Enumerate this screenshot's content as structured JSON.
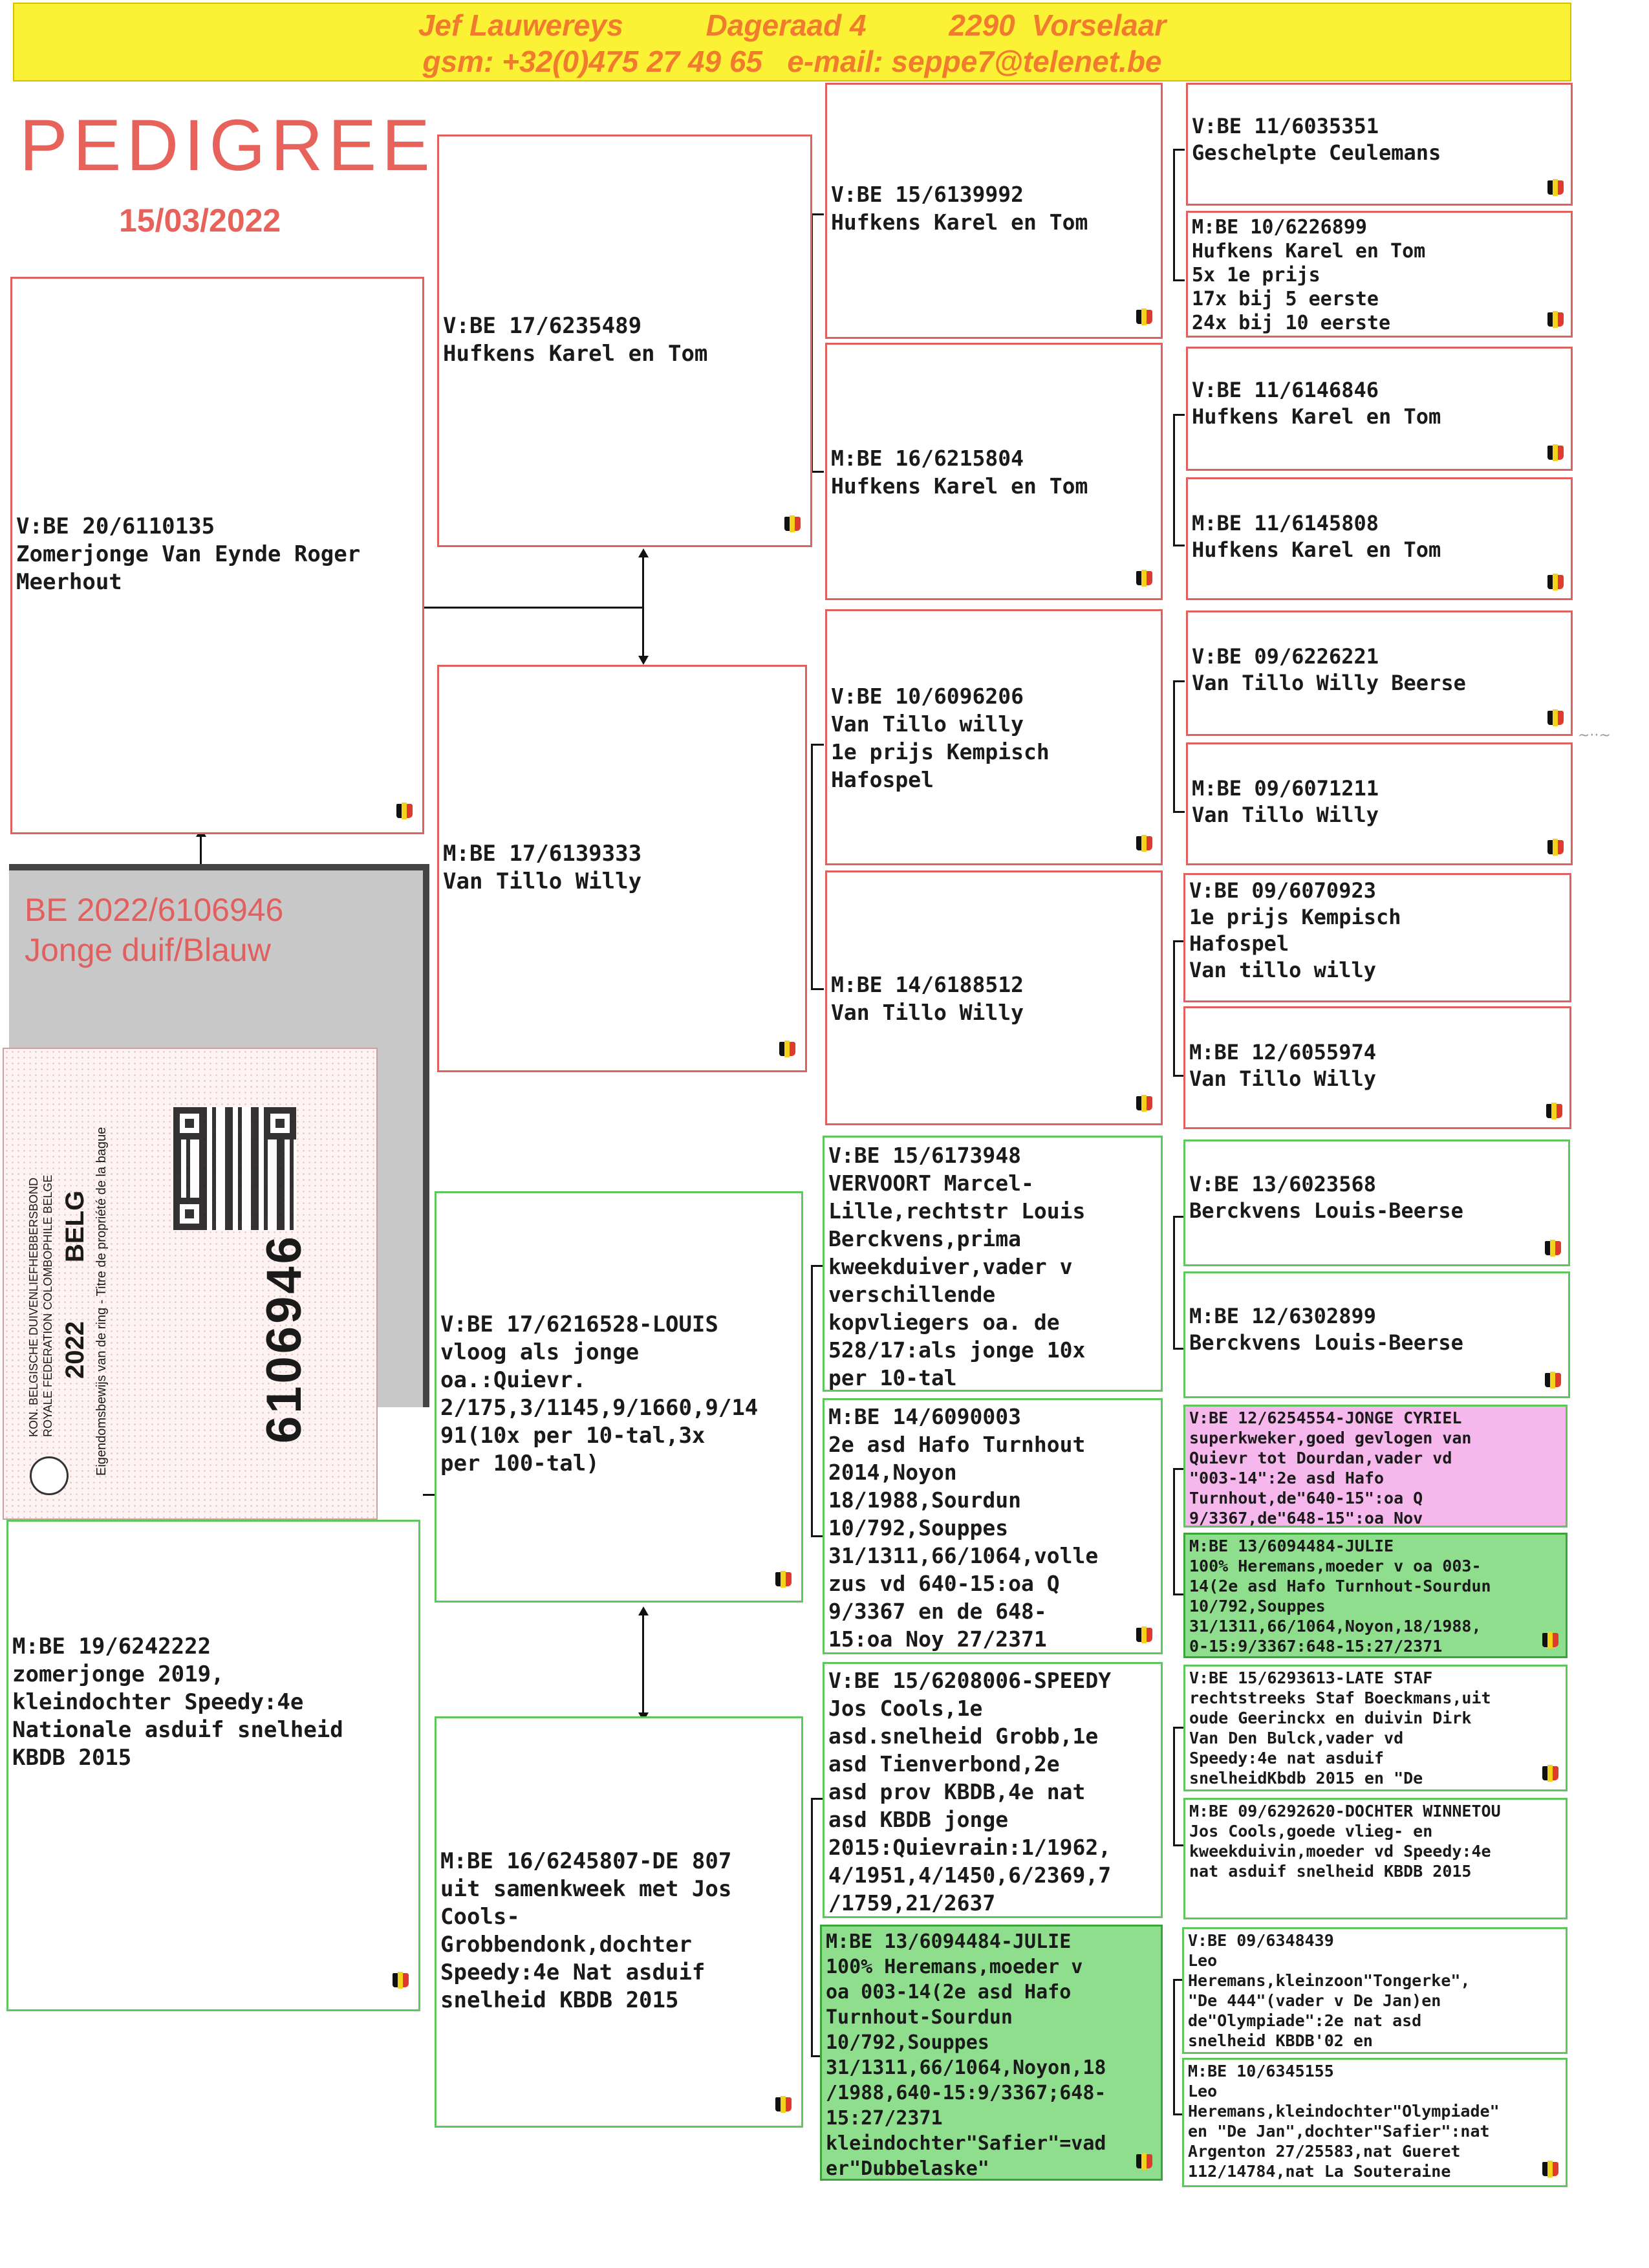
{
  "header": {
    "line1": "Jef Lauwereys          Dageraad 4          2290  Vorselaar",
    "line2": "gsm: +32(0)475 27 49 65   e-mail: seppe7@telenet.be"
  },
  "title": "PEDIGREE",
  "date": "15/03/2022",
  "subject": {
    "ring": "BE 2022/6106946",
    "desc": "Jonge duif/Blauw"
  },
  "card": {
    "line_nl": "KON. BELGISCHE DUIVENLIEFHEBBERSBOND",
    "line_fr": "ROYALE FEDERATION COLOMBOPHILE BELGE",
    "line_own": "Eigendomsbewijs van de ring - Titre de propriété de la bague",
    "year": "2022",
    "country": "BELG",
    "number": "6106946"
  },
  "colors": {
    "header_bg": "#fbf236",
    "header_text": "#f07b2e",
    "red_border": "#e06060",
    "green_border": "#5cc85c",
    "green_fill": "#8ede8e",
    "pink_fill": "#f6b8ec",
    "subject_bg": "#c8c8c8"
  },
  "icons": [
    "belgium-flag-icon",
    "qr-code-icon",
    "kbdb-logo-icon",
    "arrow-up-icon",
    "arrow-down-icon"
  ],
  "pedigree": {
    "father": "V:BE 20/6110135\nZomerjonge Van Eynde Roger\nMeerhout",
    "mother": "M:BE 19/6242222\nzomerjonge 2019,\nkleindochter Speedy:4e\nNationale asduif snelheid\nKBDB 2015",
    "ff": "V:BE 17/6235489\nHufkens Karel en Tom",
    "fm": "M:BE 17/6139333\nVan Tillo Willy",
    "mf": "V:BE 17/6216528-LOUIS\nvloog als jonge\noa.:Quievr.\n2/175,3/1145,9/1660,9/14\n91(10x per 10-tal,3x\nper 100-tal)",
    "mm": "M:BE 16/6245807-DE 807\nuit samenkweek met Jos\nCools-\nGrobbendonk,dochter\nSpeedy:4e Nat asduif\nsnelheid KBDB 2015",
    "fff": "V:BE 15/6139992\nHufkens Karel en Tom",
    "ffm": "M:BE 16/6215804\nHufkens Karel en Tom",
    "fmf": "V:BE 10/6096206\nVan Tillo willy\n1e prijs Kempisch\nHafospel",
    "fmm": "M:BE 14/6188512\nVan Tillo Willy",
    "mff": "V:BE 15/6173948\nVERVOORT Marcel-\nLille,rechtstr Louis\nBerckvens,prima\nkweekduiver,vader v\nverschillende\nkopvliegers oa. de\n528/17:als jonge 10x\nper 10-tal",
    "mfm": "M:BE 14/6090003\n2e asd Hafo Turnhout\n2014,Noyon\n18/1988,Sourdun\n10/792,Souppes\n31/1311,66/1064,volle\nzus vd 640-15:oa Q\n9/3367 en de 648-\n15:oa Noy 27/2371",
    "mmf": "V:BE 15/6208006-SPEEDY\nJos Cools,1e\nasd.snelheid Grobb,1e\nasd Tienverbond,2e\nasd prov KBDB,4e nat\nasd KBDB jonge\n2015:Quievrain:1/1962,\n4/1951,4/1450,6/2369,7\n/1759,21/2637",
    "mmm": "M:BE 13/6094484-JULIE\n100% Heremans,moeder v\noa 003-14(2e asd Hafo\nTurnhout-Sourdun\n10/792,Souppes\n31/1311,66/1064,Noyon,18\n/1988,640-15:9/3367;648-\n15:27/2371\nkleindochter\"Safier\"=vad\ner\"Dubbelaske\"",
    "ffff": "V:BE 11/6035351\nGeschelpte Ceulemans",
    "fffm": "M:BE 10/6226899\nHufkens Karel en Tom\n5x 1e prijs\n17x bij 5 eerste\n24x bij 10 eerste",
    "ffmf": "V:BE 11/6146846\nHufkens Karel en Tom",
    "ffmm": "M:BE 11/6145808\nHufkens Karel en Tom",
    "fmff": "V:BE 09/6226221\nVan Tillo Willy Beerse",
    "fmfm": "M:BE 09/6071211\nVan Tillo Willy",
    "fmmf": "V:BE 09/6070923\n1e prijs Kempisch\nHafospel\nVan tillo willy",
    "fmmm": "M:BE 12/6055974\nVan Tillo Willy",
    "mfff": "V:BE 13/6023568\nBerckvens Louis-Beerse",
    "mffm": "M:BE 12/6302899\nBerckvens Louis-Beerse",
    "mfmf": "V:BE 12/6254554-JONGE CYRIEL\nsuperkweker,goed gevlogen van\nQuievr tot Dourdan,vader vd\n\"003-14\":2e asd Hafo\nTurnhout,de\"640-15\":oa Q\n9/3367,de\"648-15\":oa Nov",
    "mfmm": "M:BE 13/6094484-JULIE\n100% Heremans,moeder v oa 003-\n14(2e asd Hafo Turnhout-Sourdun\n10/792,Souppes\n31/1311,66/1064,Noyon,18/1988,\n0-15:9/3367:648-15:27/2371",
    "mmff": "V:BE 15/6293613-LATE STAF\nrechtstreeks Staf Boeckmans,uit\noude Geerinckx en duivin Dirk\nVan Den Bulck,vader vd\nSpeedy:4e nat asduif\nsnelheidKbdb 2015 en \"De",
    "mmfm": "M:BE 09/6292620-DOCHTER WINNETOU\nJos Cools,goede vlieg- en\nkweekduivin,moeder vd Speedy:4e\nnat asduif snelheid KBDB 2015",
    "mmmf": "V:BE 09/6348439\nLeo\nHeremans,kleinzoon\"Tongerke\",\n\"De 444\"(vader v De Jan)en\nde\"Olympiade\":2e nat asd\nsnelheid KBDB'02 en",
    "mmmm": "M:BE 10/6345155\nLeo\nHeremans,kleindochter\"Olympiade\"\nen \"De Jan\",dochter\"Safier\":nat\nArgenton 27/25583,nat Gueret\n112/14784,nat La Souteraine"
  }
}
